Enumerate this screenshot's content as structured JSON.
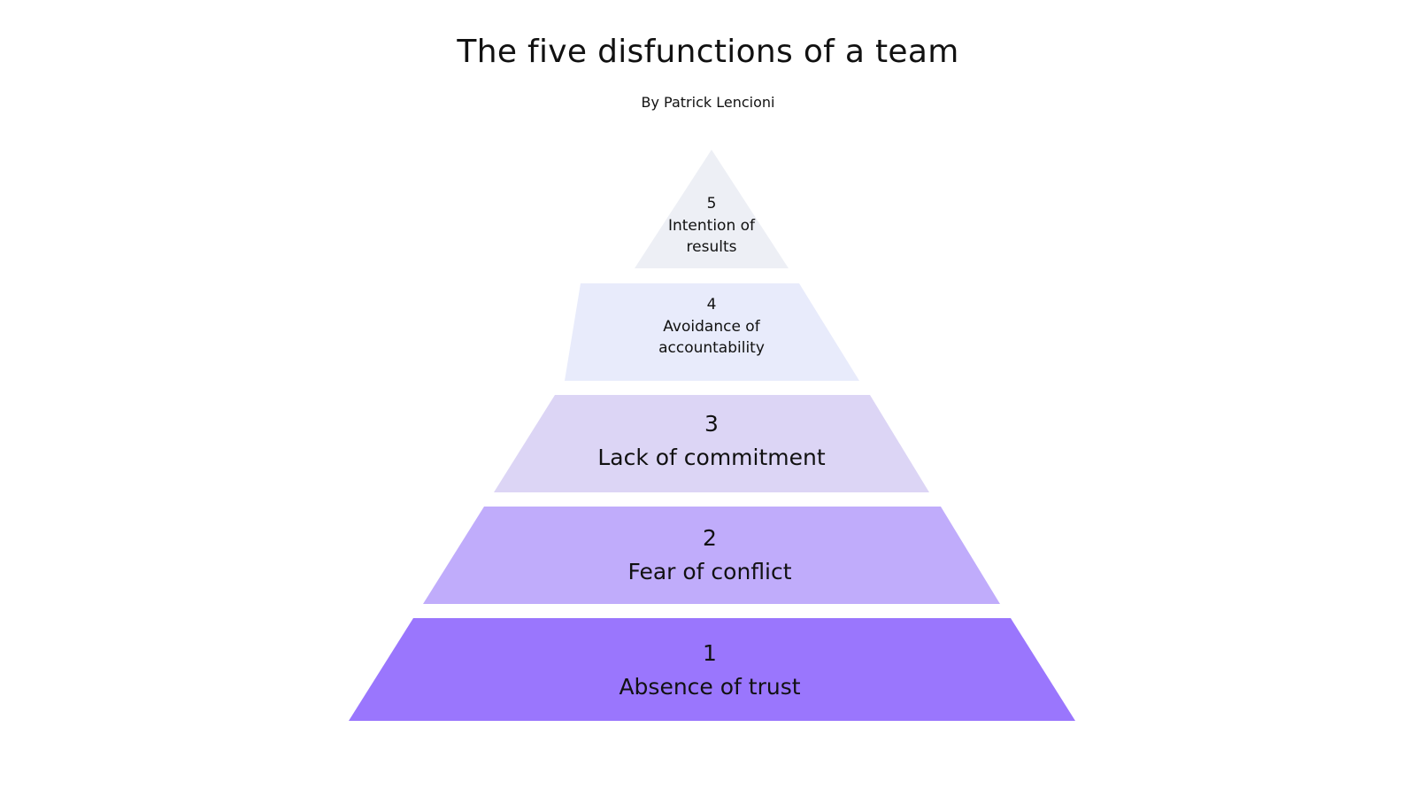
{
  "title": "The five disfunctions of a team",
  "subtitle": "By Patrick Lencioni",
  "tiers": [
    {
      "number": "5",
      "line1": "Intention of",
      "line2": "results",
      "color": "#edeff5"
    },
    {
      "number": "4",
      "line1": "Avoidance of",
      "line2": "accountability",
      "color": "#e8ebfb"
    },
    {
      "number": "3",
      "line1": "Lack of commitment",
      "line2": "",
      "color": "#dcd5f5"
    },
    {
      "number": "2",
      "line1": "Fear of conflict",
      "line2": "",
      "color": "#c0acfb"
    },
    {
      "number": "1",
      "line1": "Absence of trust",
      "line2": "",
      "color": "#9a76fd"
    }
  ]
}
